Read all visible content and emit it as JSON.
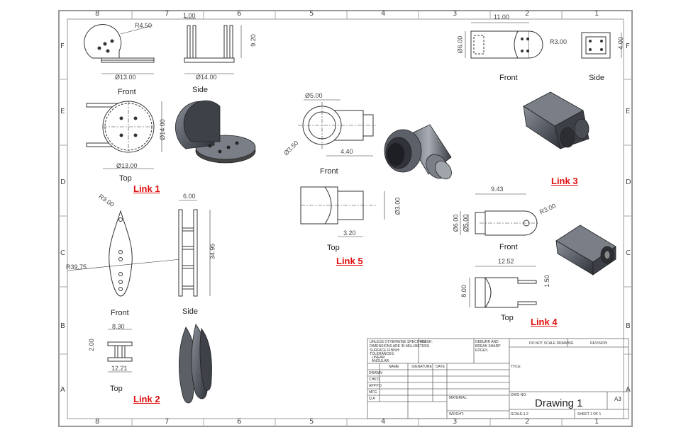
{
  "zones": {
    "columns": [
      "8",
      "7",
      "6",
      "5",
      "4",
      "3",
      "2",
      "1"
    ],
    "rows": [
      "F",
      "E",
      "D",
      "C",
      "B",
      "A"
    ]
  },
  "links": {
    "link1": "Link 1",
    "link2": "Link 2",
    "link3": "Link 3",
    "link4": "Link 4",
    "link5": "Link 5"
  },
  "views": {
    "front": "Front",
    "side": "Side",
    "top": "Top"
  },
  "dimensions": {
    "l1_r": "R4.50",
    "l1_d13a": "Ø13.00",
    "l1_w1": "1.00",
    "l1_h": "9.20",
    "l1_d14a": "Ø14.00",
    "l1_d14b": "Ø14.00",
    "l1_d13b": "Ø13.00",
    "l2_r3": "R3.00",
    "l2_r39": "R39.75",
    "l2_w6": "6.00",
    "l2_len": "34.95",
    "l2_830": "8.30",
    "l2_200": "2.00",
    "l2_1221": "12.21",
    "l5_d5": "Ø5.00",
    "l5_d35": "Ø3.50",
    "l5_440": "4.40",
    "l5_d3": "Ø3.00",
    "l5_320": "3.20",
    "l3_11": "11.00",
    "l3_d6": "Ø6.00",
    "l3_r3": "R3.00",
    "l3_4": "4.00",
    "l4_943": "9.43",
    "l4_d6": "Ø6.00",
    "l4_d5": "Ø5.00",
    "l4_r3": "R3.00",
    "l4_1252": "12.52",
    "l4_8": "8.00",
    "l4_150": "1.50"
  },
  "title_block": {
    "note1": "UNLESS OTHERWISE SPECIFIED:",
    "note2": "DIMENSIONS ARE IN MILLIMETERS",
    "note3": "SURFACE FINISH:",
    "note4": "TOLERANCES:",
    "note5": "LINEAR:",
    "note6": "ANGULAR:",
    "finish": "FINISH:",
    "deburr": "DEBURR AND BREAK SHARP EDGES",
    "no_scale": "DO NOT SCALE DRAWING",
    "revision": "REVISION",
    "name": "NAME",
    "signature": "SIGNATURE",
    "date": "DATE",
    "title_lbl": "TITLE:",
    "drawn": "DRAWN",
    "chkd": "CHK'D",
    "appvd": "APPV'D",
    "mfg": "MFG",
    "qa": "Q.A",
    "material": "MATERIAL:",
    "weight": "WEIGHT:",
    "dwg_no": "DWG NO.",
    "scale": "SCALE:1:2",
    "sheet": "SHEET 1 OF 1",
    "drawing_name": "Drawing 1",
    "size": "A3"
  }
}
